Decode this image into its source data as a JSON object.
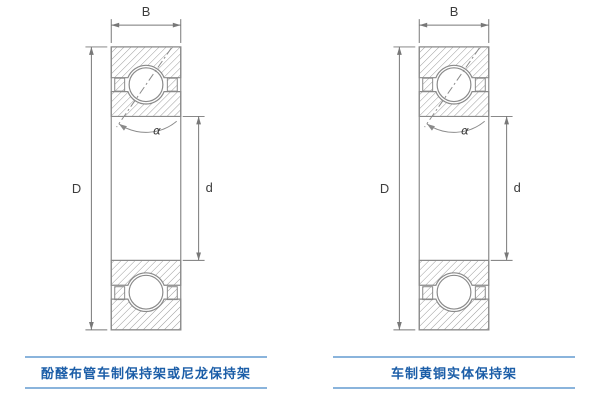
{
  "diagrams": [
    {
      "labels": {
        "width": "B",
        "outer_diameter": "D",
        "bore": "d",
        "contact_angle": "α"
      },
      "caption": "酚醛布管车制保持架或尼龙保持架"
    },
    {
      "labels": {
        "width": "B",
        "outer_diameter": "D",
        "bore": "d",
        "contact_angle": "α"
      },
      "caption": "车制黄铜实体保持架"
    }
  ],
  "colors": {
    "drawing_line": "#8a8a8a",
    "dimension_line": "#787878",
    "label_text": "#3d3d3d",
    "caption_text": "#1c5ea8",
    "caption_rule": "#8ab4dc"
  }
}
